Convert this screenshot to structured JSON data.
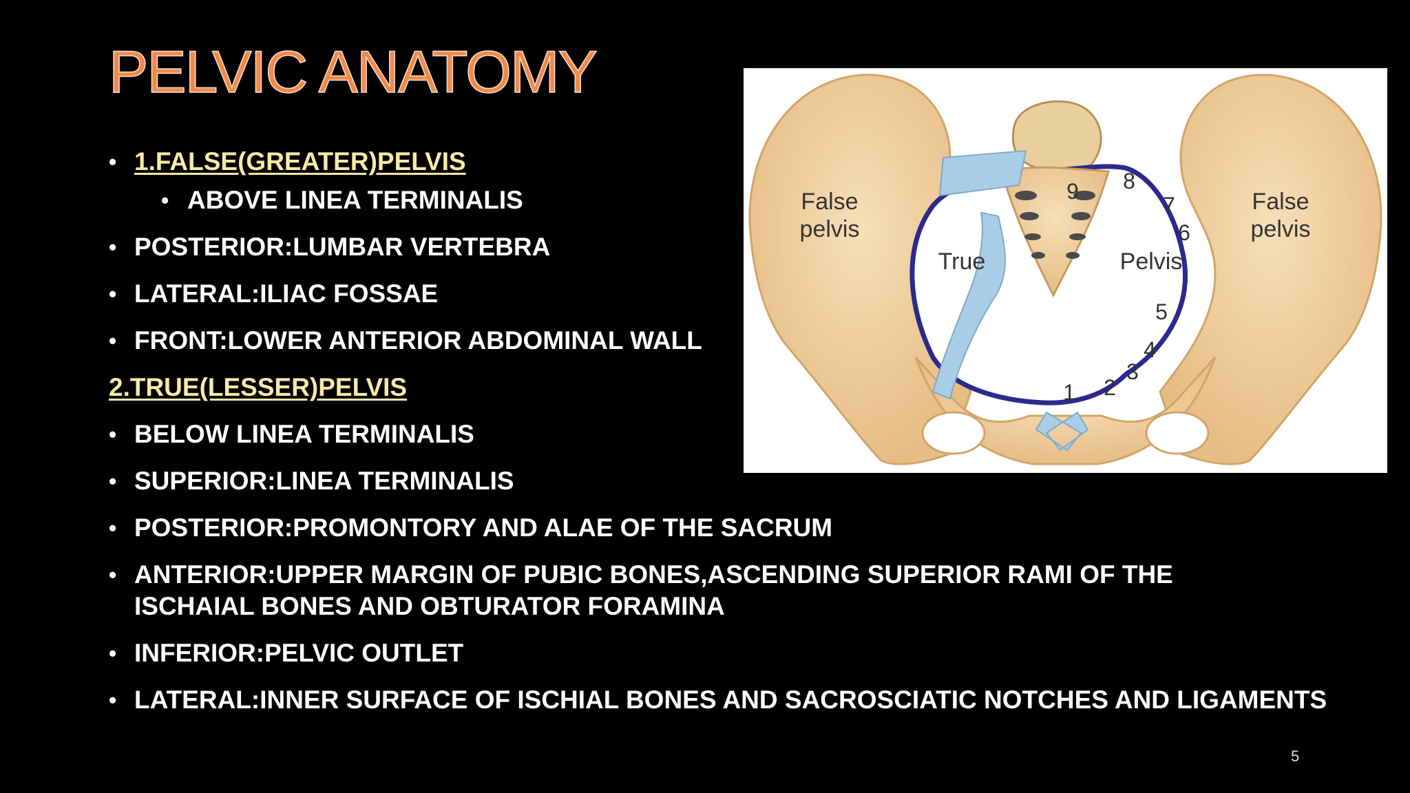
{
  "slide": {
    "title": "PELVIC ANATOMY",
    "page_number": "5",
    "bullets": [
      {
        "type": "bullet-link",
        "text": "1.FALSE(GREATER)PELVIS"
      },
      {
        "type": "sub-bullet",
        "text": "ABOVE LINEA TERMINALIS"
      },
      {
        "type": "bullet",
        "text": "POSTERIOR:LUMBAR VERTEBRA"
      },
      {
        "type": "bullet",
        "text": "LATERAL:ILIAC FOSSAE"
      },
      {
        "type": "bullet",
        "text": "FRONT:LOWER ANTERIOR ABDOMINAL WALL"
      },
      {
        "type": "heading-link",
        "text": "2.TRUE(LESSER)PELVIS"
      },
      {
        "type": "bullet",
        "text": "BELOW LINEA TERMINALIS"
      },
      {
        "type": "bullet",
        "text": "SUPERIOR:LINEA TERMINALIS"
      },
      {
        "type": "bullet",
        "text": "POSTERIOR:PROMONTORY AND ALAE OF THE SACRUM"
      },
      {
        "type": "bullet",
        "text": "ANTERIOR:UPPER MARGIN OF PUBIC BONES,ASCENDING SUPERIOR RAMI OF THE ISCHAIAL BONES AND OBTURATOR FORAMINA"
      },
      {
        "type": "bullet",
        "text": "INFERIOR:PELVIC OUTLET"
      },
      {
        "type": "bullet",
        "text": "LATERAL:INNER SURFACE OF ISCHIAL BONES AND SACROSCIATIC NOTCHES AND LIGAMENTS"
      }
    ],
    "bullet_glyph": "•"
  },
  "figure": {
    "labels": {
      "false_pelvis_left": [
        "False",
        "pelvis"
      ],
      "false_pelvis_right": [
        "False",
        "pelvis"
      ],
      "true": "True",
      "pelvis": "Pelvis",
      "numbers": [
        "1",
        "2",
        "3",
        "4",
        "5",
        "6",
        "7",
        "8",
        "9"
      ]
    },
    "colors": {
      "bone": "#f0d0a0",
      "bone_shadow": "#d8ad73",
      "brim_line": "#2b2a8c",
      "ligament": "#a9cde6",
      "title": "#f08a4b",
      "link": "#fbe9a6"
    }
  }
}
